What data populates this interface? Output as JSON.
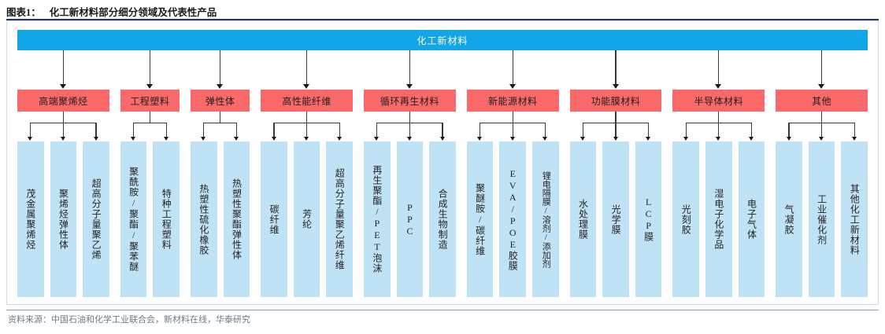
{
  "title": {
    "tag": "图表1：",
    "text": "化工新材料部分细分领域及代表性产品"
  },
  "colors": {
    "root_bar": "#12A5E8",
    "category_box": "#F9696A",
    "leaf_box": "#BFE3F5",
    "title_rule": "#1F3864",
    "frame_border": "#D3DCE6",
    "connector": "#3A3A3A",
    "footer_text": "#6C7A89"
  },
  "root": {
    "label": "化工新材料"
  },
  "categories": [
    {
      "label": "高端聚烯烃",
      "leaves": [
        "茂金属聚烯烃",
        "聚烯烃弹性体",
        "超高分子量聚乙烯"
      ]
    },
    {
      "label": "工程塑料",
      "leaves": [
        "聚酰胺/聚酯/聚苯醚",
        "特种工程塑料"
      ]
    },
    {
      "label": "弹性体",
      "leaves": [
        "热塑性硫化橡胶",
        "热塑性聚酯弹性体"
      ]
    },
    {
      "label": "高性能纤维",
      "leaves": [
        "碳纤维",
        "芳纶",
        "超高分子量聚乙烯纤维"
      ]
    },
    {
      "label": "循环再生材料",
      "leaves": [
        "再生聚酯/PET泡沫",
        "PPC",
        "合成生物制造"
      ]
    },
    {
      "label": "新能源材料",
      "leaves": [
        "聚醚胺/碳纤维",
        "EVA/POE胶膜",
        "锂电隔膜/溶剂/添加剂"
      ]
    },
    {
      "label": "功能膜材料",
      "leaves": [
        "水处理膜",
        "光学膜",
        "LCP膜"
      ]
    },
    {
      "label": "半导体材料",
      "leaves": [
        "光刻胶",
        "湿电子化学品",
        "电子气体"
      ]
    },
    {
      "label": "其他",
      "leaves": [
        "气凝胶",
        "工业催化剂",
        "其他化工新材料"
      ]
    }
  ],
  "footer": {
    "source": "资料来源：中国石油和化学工业联合会，新材料在线，华泰研究"
  }
}
